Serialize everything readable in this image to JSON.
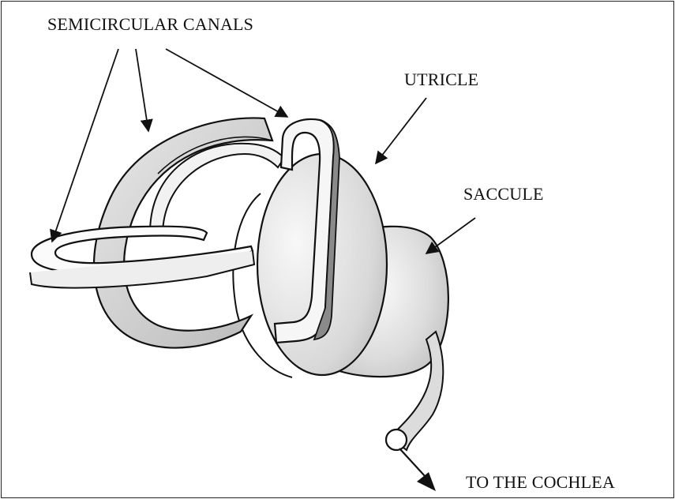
{
  "labels": {
    "semicircular_canals": "SEMICIRCULAR CANALS",
    "utricle": "UTRICLE",
    "saccule": "SACCULE",
    "to_cochlea": "TO THE COCHLEA"
  }
}
